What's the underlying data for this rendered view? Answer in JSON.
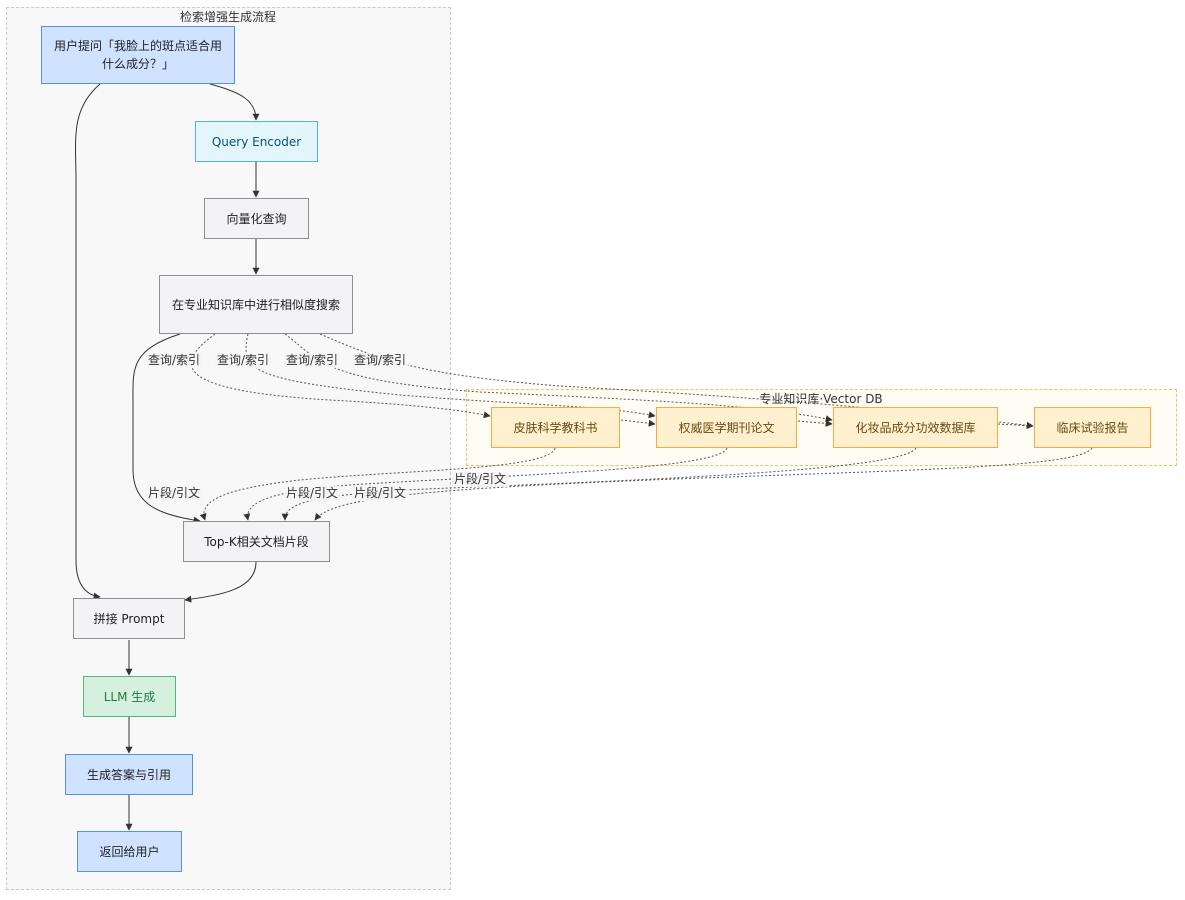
{
  "clusters": {
    "rag": {
      "title": "检索增强生成流程"
    },
    "kb": {
      "title": "专业知识库·Vector DB"
    }
  },
  "nodes": {
    "user_question": {
      "label": "用户提问「我脸上的斑点适合用什么成分？」"
    },
    "query_encoder": {
      "label": "Query Encoder"
    },
    "vector_query": {
      "label": "向量化查询"
    },
    "similarity_search": {
      "label": "在专业知识库中进行相似度搜索"
    },
    "topk": {
      "label": "Top-K相关文档片段"
    },
    "prompt": {
      "label": "拼接 Prompt"
    },
    "llm": {
      "label": "LLM 生成"
    },
    "answer": {
      "label": "生成答案与引用"
    },
    "return": {
      "label": "返回给用户"
    },
    "kb_textbook": {
      "label": "皮肤科学教科书"
    },
    "kb_journal": {
      "label": "权威医学期刊论文"
    },
    "kb_cosmetic": {
      "label": "化妆品成分功效数据库"
    },
    "kb_clinical": {
      "label": "临床试验报告"
    }
  },
  "edge_labels": {
    "query": "查询/索引",
    "fragment": "片段/引文"
  },
  "colors": {
    "edge": "#333333",
    "user": "#cfe2ff",
    "encoder": "#e3f5fd",
    "llm": "#d6f0de",
    "kb": "#fff0cf"
  }
}
